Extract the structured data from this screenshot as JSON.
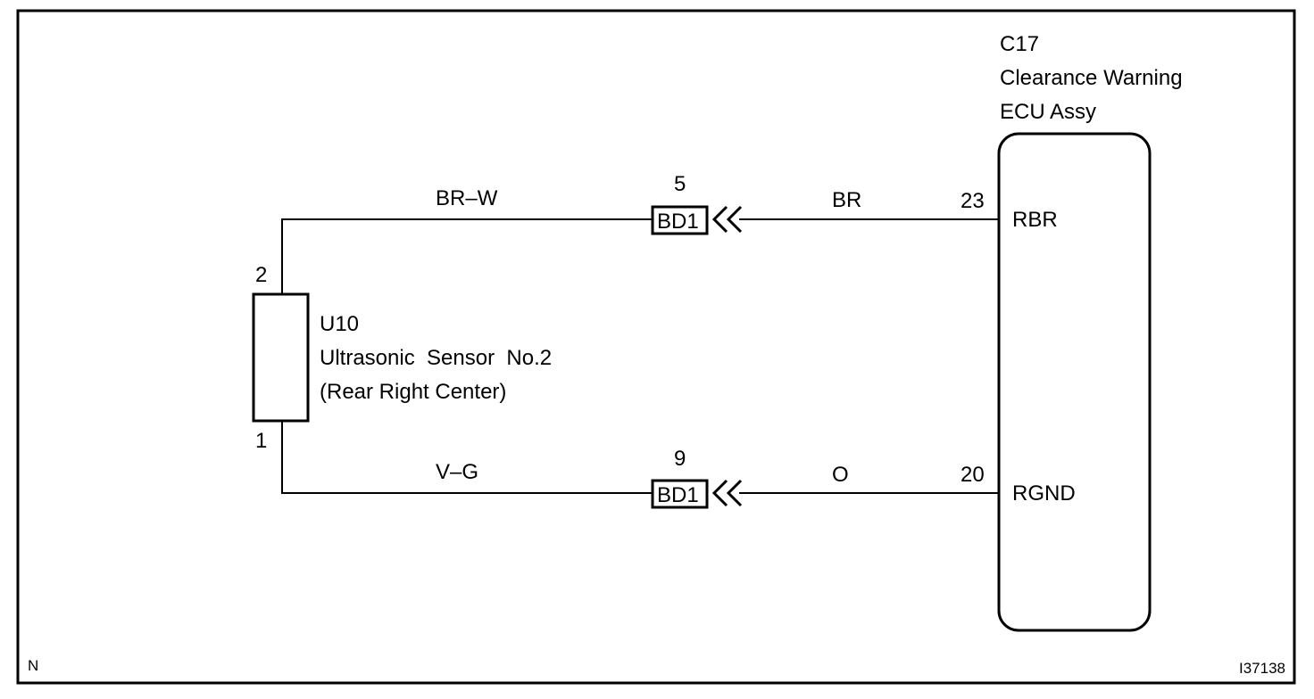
{
  "ecu": {
    "code": "C17",
    "name_line1": "Clearance Warning",
    "name_line2": "ECU Assy",
    "pin_top": {
      "number": "23",
      "label": "RBR"
    },
    "pin_bottom": {
      "number": "20",
      "label": "RGND"
    }
  },
  "sensor": {
    "code": "U10",
    "name_line1": "Ultrasonic  Sensor  No.2",
    "name_line2": "(Rear Right Center)",
    "pin_top": "2",
    "pin_bottom": "1"
  },
  "wires": {
    "top": {
      "sensor_side_color": "BR–W",
      "connector": "BD1",
      "connector_pin": "5",
      "ecu_side_color": "BR"
    },
    "bottom": {
      "sensor_side_color": "V–G",
      "connector": "BD1",
      "connector_pin": "9",
      "ecu_side_color": "O"
    }
  },
  "footer": {
    "left": "N",
    "right": "I37138"
  }
}
